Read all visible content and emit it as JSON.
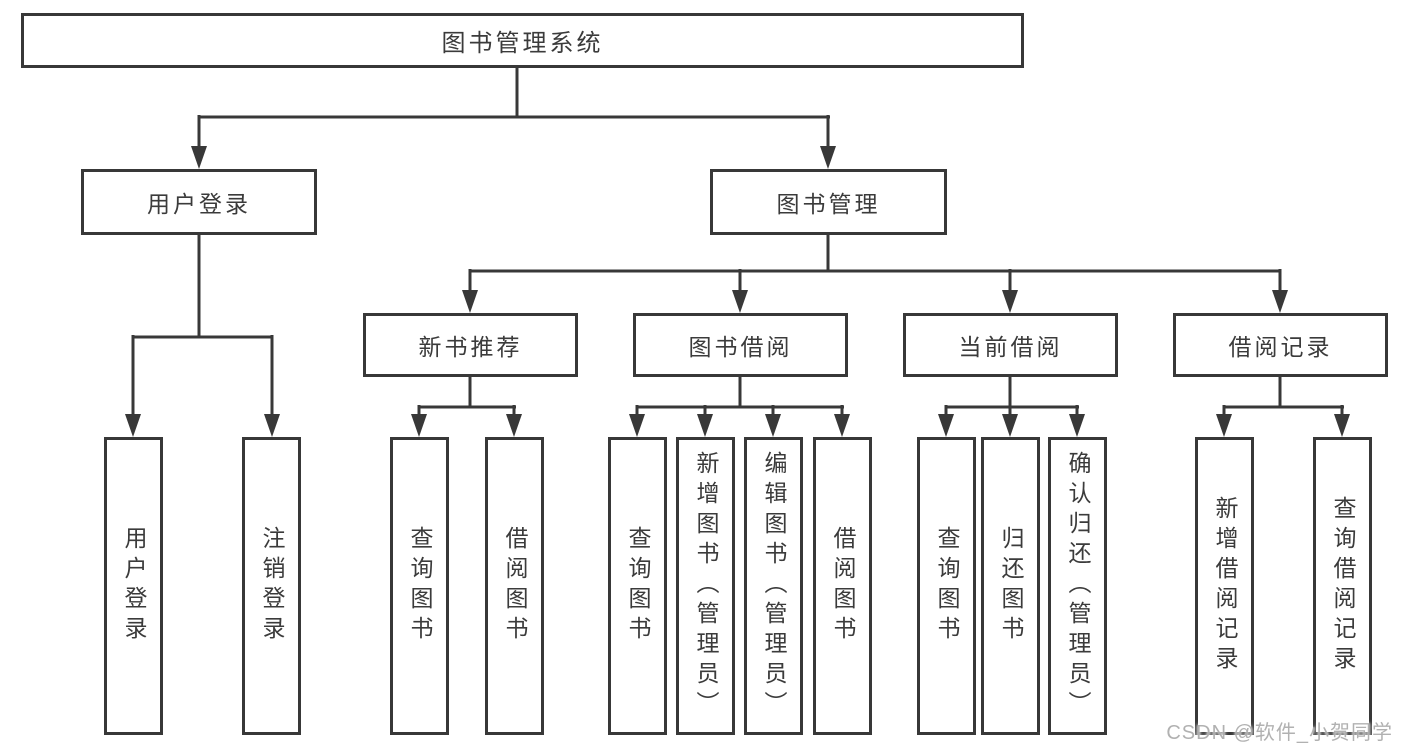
{
  "chart": {
    "root": "图书管理系统",
    "level2": {
      "user_login": "用户登录",
      "book_management": "图书管理"
    },
    "level3": {
      "new_book_recommend": "新书推荐",
      "book_borrow": "图书借阅",
      "current_borrow": "当前借阅",
      "borrow_record": "借阅记录"
    },
    "leaves": {
      "user_login": "用户登录",
      "logout_login": "注销登录",
      "query_book_rec": "查询图书",
      "borrow_book_rec": "借阅图书",
      "query_book_borrow": "查询图书",
      "add_book_admin": "新增图书（管理员）",
      "edit_book_admin": "编辑图书（管理员）",
      "borrow_book_borrow": "借阅图书",
      "query_book_current": "查询图书",
      "return_book": "归还图书",
      "confirm_return_admin": "确认归还（管理员）",
      "add_borrow_record": "新增借阅记录",
      "query_borrow_record": "查询借阅记录"
    }
  },
  "watermark": {
    "text": "CSDN @软件_小贺同学"
  },
  "colors": {
    "line": "#383838",
    "text": "#3b3b3b",
    "watermark_gray": "#a8a8a8",
    "background": "#ffffff"
  }
}
